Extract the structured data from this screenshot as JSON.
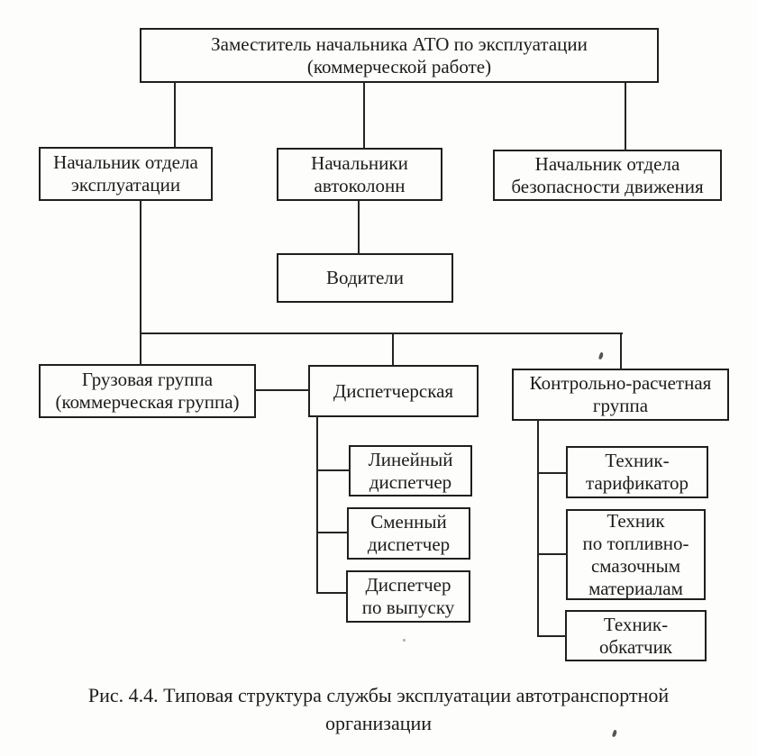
{
  "page": {
    "background_color": "#fdfdfb",
    "ink_color": "#1f1f1f",
    "type": "scanned-book-figure-org-chart"
  },
  "nodes": {
    "deputy": {
      "label": "Заместитель начальника АТО по эксплуатации\n(коммерческой работе)"
    },
    "ops_head": {
      "label": "Начальник отдела\nэксплуатации"
    },
    "column_heads": {
      "label": "Начальники\nавтоколонн"
    },
    "safety_head": {
      "label": "Начальник отдела\nбезопасности движения"
    },
    "drivers": {
      "label": "Водители"
    },
    "cargo_group": {
      "label": "Грузовая группа\n(коммерческая группа)"
    },
    "dispatch_office": {
      "label": "Диспетчерская"
    },
    "control_group": {
      "label": "Контрольно-расчетная\nгруппа"
    },
    "line_dispatcher": {
      "label": "Линейный\nдиспетчер"
    },
    "shift_dispatcher": {
      "label": "Сменный\nдиспетчер"
    },
    "release_dispatcher": {
      "label": "Диспетчер\nпо выпуску"
    },
    "tech_tariff": {
      "label": "Техник-\nтарификатор"
    },
    "tech_fuel": {
      "label": "Техник\nпо топливно-\nсмазочным\nматериалам"
    },
    "tech_runin": {
      "label": "Техник-\nобкатчик"
    }
  },
  "edges": [
    [
      "deputy",
      "ops_head"
    ],
    [
      "deputy",
      "column_heads"
    ],
    [
      "deputy",
      "safety_head"
    ],
    [
      "column_heads",
      "drivers"
    ],
    [
      "ops_head",
      "cargo_group"
    ],
    [
      "ops_head",
      "dispatch_office"
    ],
    [
      "ops_head",
      "control_group"
    ],
    [
      "cargo_group",
      "dispatch_office"
    ],
    [
      "dispatch_office",
      "line_dispatcher"
    ],
    [
      "dispatch_office",
      "shift_dispatcher"
    ],
    [
      "dispatch_office",
      "release_dispatcher"
    ],
    [
      "control_group",
      "tech_tariff"
    ],
    [
      "control_group",
      "tech_fuel"
    ],
    [
      "control_group",
      "tech_runin"
    ]
  ],
  "caption": {
    "text": "Рис. 4.4. Типовая структура службы эксплуатации автотранспортной\nорганизации"
  }
}
